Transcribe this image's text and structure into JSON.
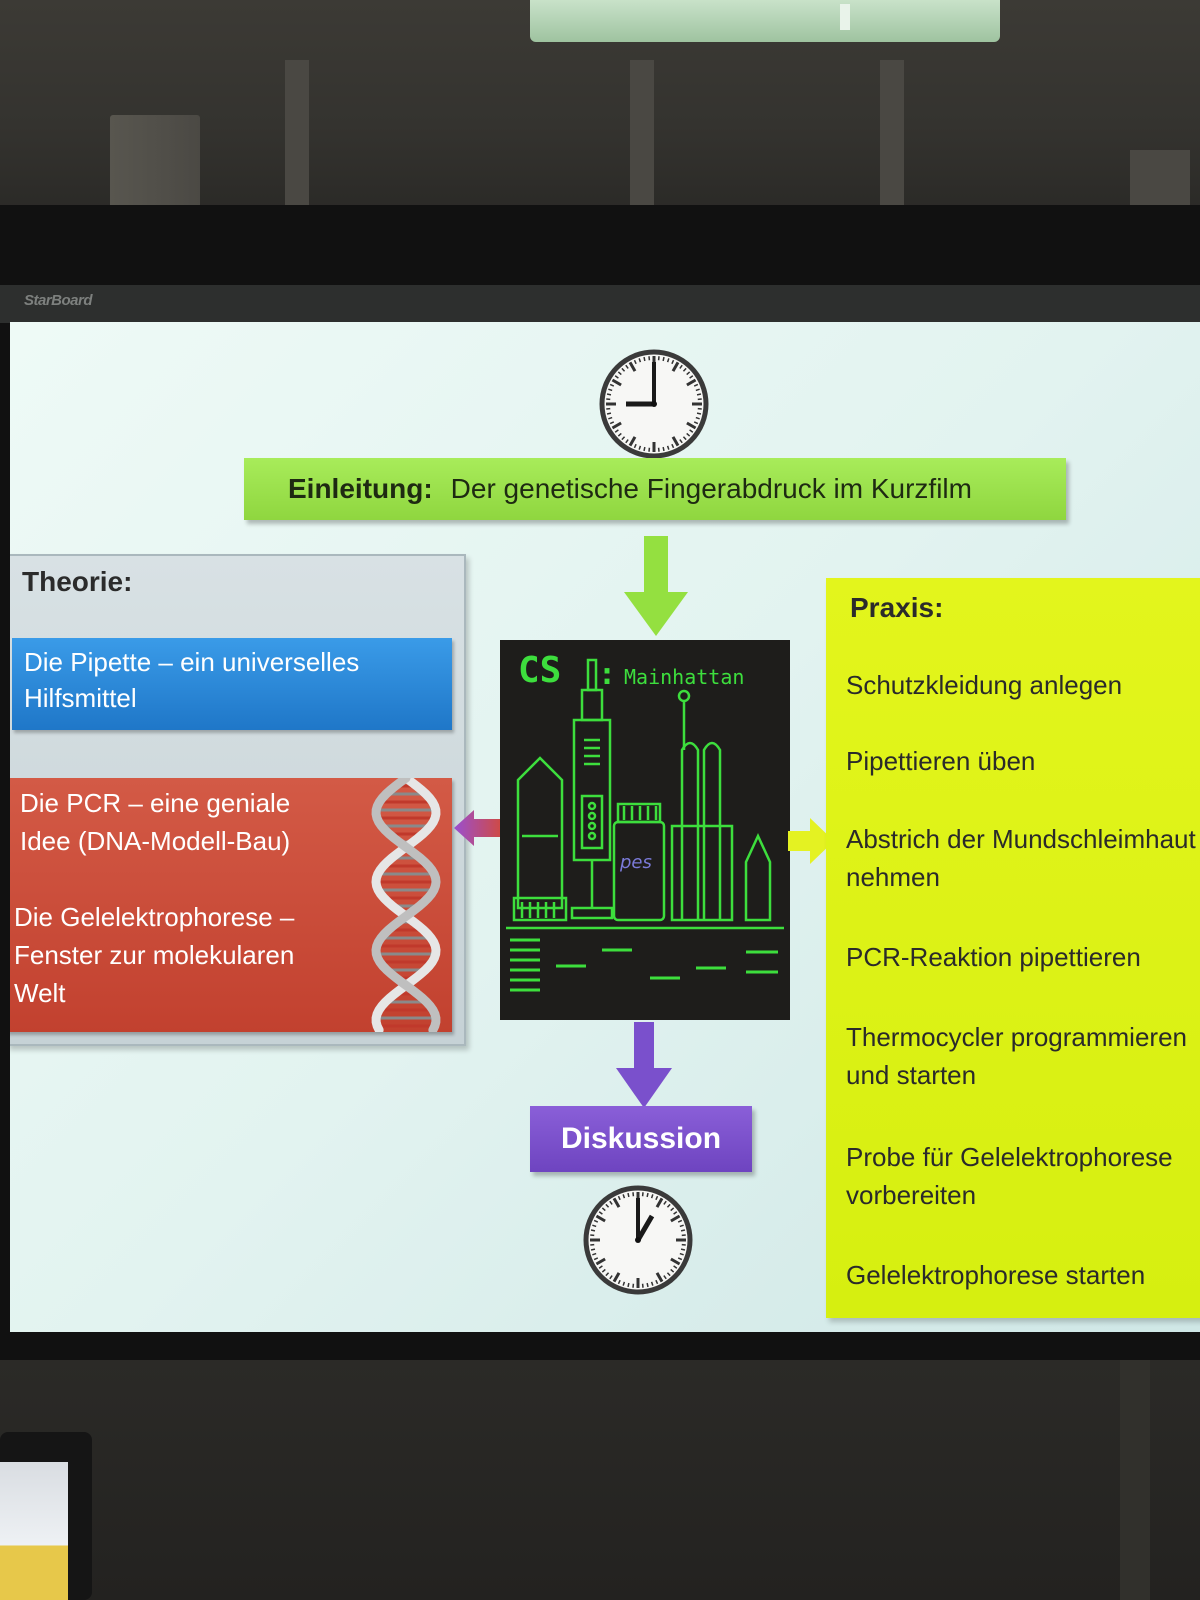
{
  "intro": {
    "label": "Einleitung:",
    "text": "Der genetische Fingerabdruck im Kurzfilm"
  },
  "theory": {
    "title": "Theorie:",
    "pipette": [
      "Die Pipette – ein universelles",
      "Hilfsmittel"
    ],
    "pcr": [
      "Die PCR – eine geniale",
      "Idee  (DNA-Modell-Bau)"
    ],
    "gel": [
      "Die Gelelektrophorese –",
      "Fenster zur molekularen",
      "Welt"
    ]
  },
  "logo": {
    "cs": "CS",
    "colon": ":",
    "name": "Mainhattan",
    "badge": "pes"
  },
  "praxis": {
    "title": "Praxis:",
    "items": [
      [
        "Schutzkleidung anlegen"
      ],
      [
        "Pipettieren üben"
      ],
      [
        "Abstrich der Mundschleimhaut",
        "nehmen"
      ],
      [
        "PCR-Reaktion pipettieren"
      ],
      [
        "Thermocycler programmieren",
        "und starten"
      ],
      [
        "Probe für Gelelektrophorese",
        "vorbereiten"
      ],
      [
        "Gelelektrophorese starten"
      ]
    ]
  },
  "discussion": {
    "label": "Diskussion"
  },
  "board": {
    "brand": "StarBoard"
  },
  "colors": {
    "intro": "#9be04a",
    "theory_blue": "#2a86d6",
    "theory_red": "#c94a37",
    "praxis": "#dff21a",
    "discussion": "#7a50cc",
    "logo_green": "#3dde3d"
  },
  "icons": [
    "clock-icon",
    "dna-helix-icon",
    "arrow-down-icon",
    "arrow-left-icon",
    "arrow-right-icon"
  ]
}
